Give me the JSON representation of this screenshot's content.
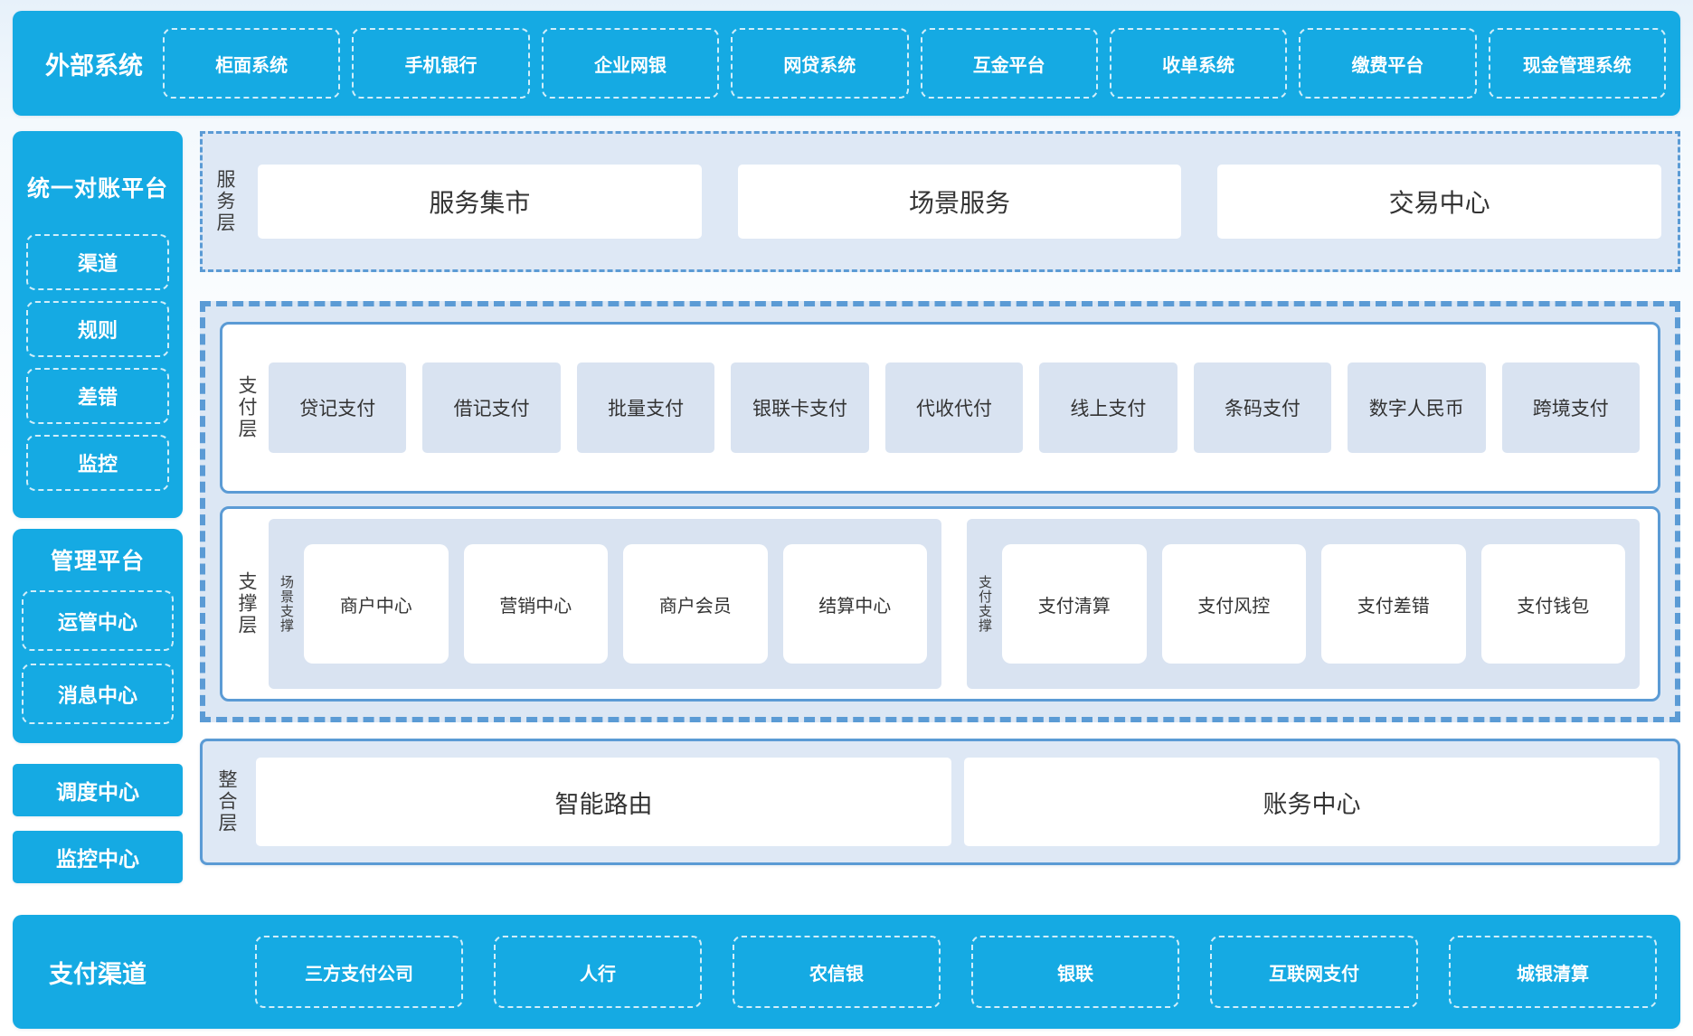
{
  "colors": {
    "accent_blue": "#15aae3",
    "border_blue": "#5b9bd5",
    "panel_bg": "#dee8f5",
    "light_box_bg": "#d9e3f1",
    "text_dark": "#333333",
    "text_white": "#ffffff"
  },
  "top_bar": {
    "label": "外部系统",
    "items": [
      "柜面系统",
      "手机银行",
      "企业网银",
      "网贷系统",
      "互金平台",
      "收单系统",
      "缴费平台",
      "现金管理系统"
    ]
  },
  "sidebar": {
    "recon": {
      "title": "统一对账平台",
      "items": [
        "渠道",
        "规则",
        "差错",
        "监控"
      ]
    },
    "mgmt": {
      "title": "管理平台",
      "items": [
        "运管中心",
        "消息中心"
      ]
    },
    "solo": [
      "调度中心",
      "监控中心"
    ]
  },
  "main": {
    "service_layer": {
      "label": "服务层",
      "items": [
        "服务集市",
        "场景服务",
        "交易中心"
      ]
    },
    "payment_layer": {
      "label": "支付层",
      "items": [
        "贷记支付",
        "借记支付",
        "批量支付",
        "银联卡支付",
        "代收代付",
        "线上支付",
        "条码支付",
        "数字人民币",
        "跨境支付"
      ]
    },
    "support_layer": {
      "label": "支撑层",
      "groups": [
        {
          "label": "场景支撑",
          "items": [
            "商户中心",
            "营销中心",
            "商户会员",
            "结算中心"
          ]
        },
        {
          "label": "支付支撑",
          "items": [
            "支付清算",
            "支付风控",
            "支付差错",
            "支付钱包"
          ]
        }
      ]
    },
    "integration_layer": {
      "label": "整合层",
      "items": [
        "智能路由",
        "账务中心"
      ]
    }
  },
  "bottom_bar": {
    "label": "支付渠道",
    "items": [
      "三方支付公司",
      "人行",
      "农信银",
      "银联",
      "互联网支付",
      "城银清算"
    ]
  }
}
